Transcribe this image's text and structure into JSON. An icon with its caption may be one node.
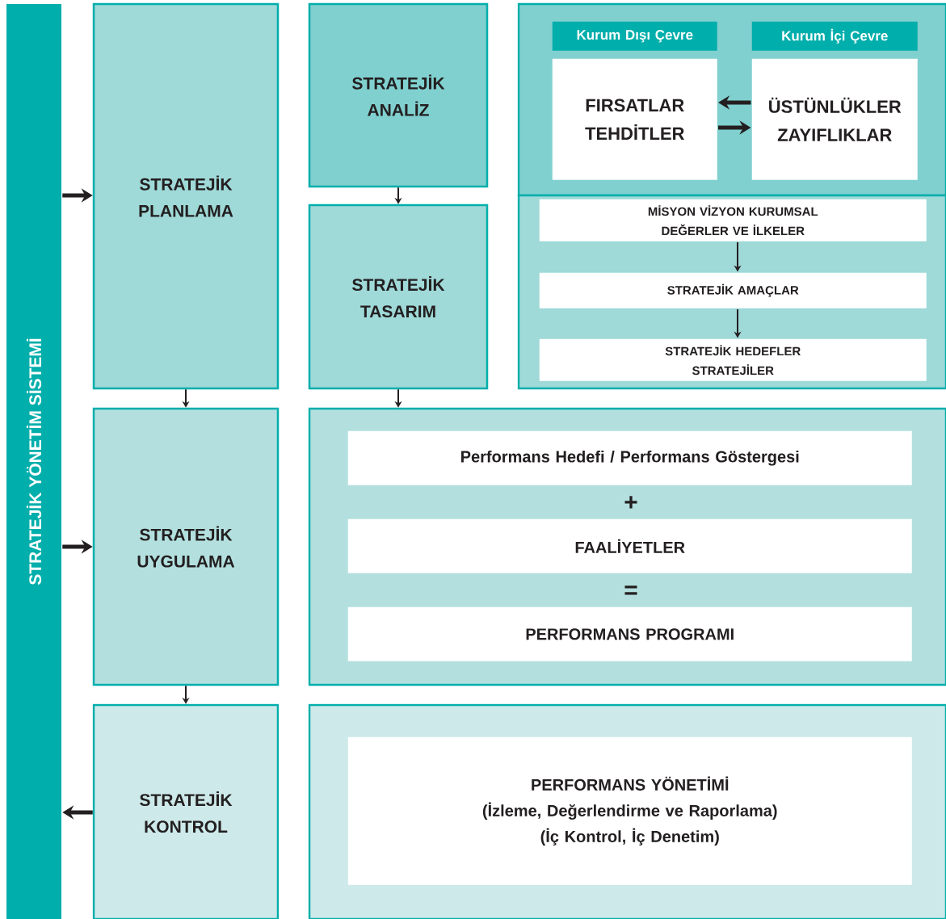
{
  "diagram": {
    "nodes": [
      {
        "text": [
          "STRATEJİK YÖNETİM SİSTEMİ"
        ]
      },
      {
        "text": [
          "STRATEJİK PLANLAMA"
        ]
      },
      {
        "text": [
          "STRATEJİK UYGULAMA"
        ]
      },
      {
        "text": [
          "STRATEJİK KONTROL"
        ]
      },
      {
        "text": [
          "STRATEJİK ANALİZ"
        ]
      },
      {
        "text": [
          "STRATEJİK TASARIM"
        ]
      },
      {
        "text": [],
        "shape": "box"
      },
      {
        "text": [
          "Kurum Dışı Çevre"
        ],
        "in": 6
      },
      {
        "text": [
          "FIRSATLAR TEHDİTLER"
        ],
        "in": 6
      },
      {
        "text": [
          "Kurum İçi Çevre"
        ],
        "in": 6
      },
      {
        "text": [
          "ÜSTÜNLÜKLER ZAYIFLIKLAR"
        ],
        "in": 6
      },
      {
        "text": [],
        "shape": "box"
      },
      {
        "text": [
          "MİSYON VİZYON KURUMSAL DEĞERLER VE İLKELER"
        ],
        "in": 11
      },
      {
        "text": [
          "STRATEJİK AMAÇLAR"
        ],
        "in": 11
      },
      {
        "text": [
          "STRATEJİK HEDEFLER STRATEJİLER"
        ],
        "in": 11
      },
      {
        "text": [],
        "shape": "box"
      },
      {
        "text": [
          "Performans Hedefi / Performans Göstergesi"
        ],
        "in": 15
      },
      {
        "text": [
          "FAALİYETLER"
        ],
        "in": 15
      },
      {
        "text": [
          "PERFORMANS PROGRAMI"
        ],
        "in": 15
      },
      {
        "text": [],
        "shape": "box"
      },
      {
        "text": [
          "PERFORMANS YÖNETİMİ",
          "(İzleme, Değerlendirme ve Raporlama)",
          "(İç Kontrol, İç Denetim)"
        ],
        "in": 19
      }
    ],
    "edges": [
      {
        "from": 0,
        "to": 1,
        "arrow": "to",
        "style": "thick"
      },
      {
        "from": 0,
        "to": 2,
        "arrow": "to",
        "style": "thick"
      },
      {
        "from": 3,
        "to": 0,
        "arrow": "to",
        "style": "thick"
      },
      {
        "from": 1,
        "to": 2,
        "arrow": "to"
      },
      {
        "from": 2,
        "to": 3,
        "arrow": "to"
      },
      {
        "from": 4,
        "to": 5,
        "arrow": "to"
      },
      {
        "from": 5,
        "to": 15,
        "arrow": "to"
      },
      {
        "from": 10,
        "to": 8,
        "arrow": "to",
        "style": "thick"
      },
      {
        "from": 8,
        "to": 10,
        "arrow": "to",
        "style": "thick"
      },
      {
        "from": 12,
        "to": 13,
        "arrow": "to"
      },
      {
        "from": 13,
        "to": 14,
        "arrow": "to"
      }
    ],
    "labels": [
      "+",
      "="
    ]
  }
}
